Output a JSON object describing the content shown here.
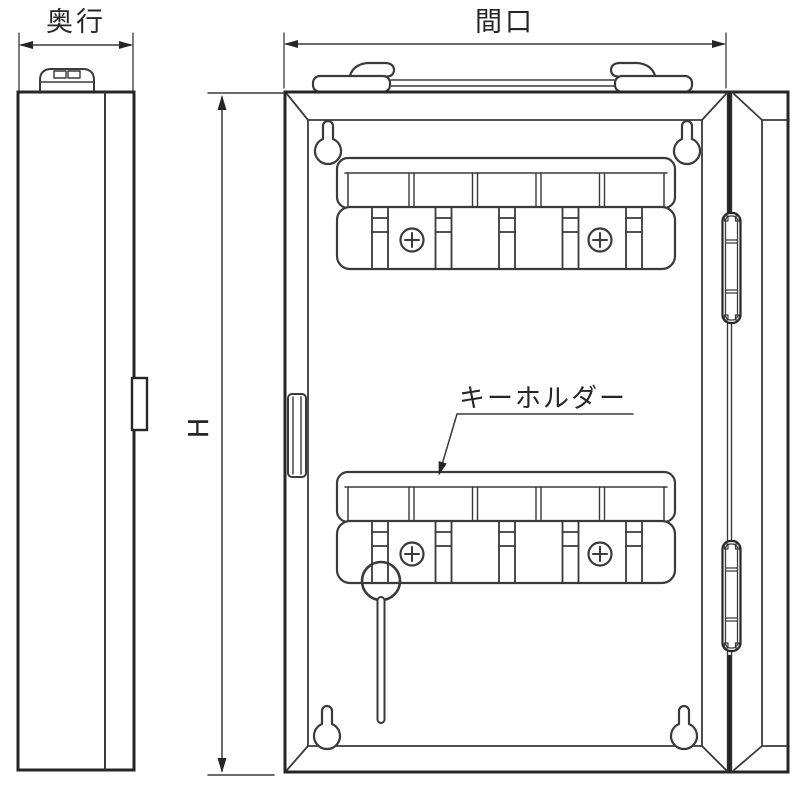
{
  "drawing": {
    "background_color": "#ffffff",
    "line_color": "#3a3a3a",
    "heavy_line_color": "#262626",
    "labels": {
      "depth": "奥行",
      "width": "間口",
      "height": "H",
      "key_holder": "キーホルダー"
    }
  }
}
